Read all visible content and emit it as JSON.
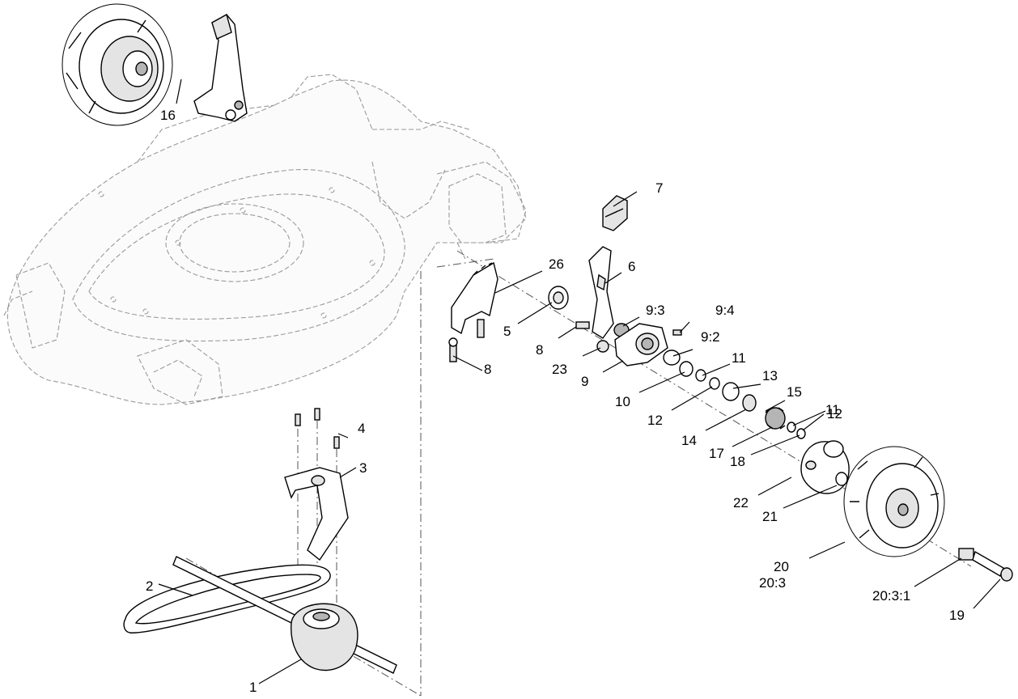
{
  "callouts": [
    {
      "id": "c1",
      "text": "1"
    },
    {
      "id": "c2",
      "text": "2"
    },
    {
      "id": "c3",
      "text": "3"
    },
    {
      "id": "c4",
      "text": "4"
    },
    {
      "id": "c5",
      "text": "5"
    },
    {
      "id": "c6",
      "text": "6"
    },
    {
      "id": "c7",
      "text": "7"
    },
    {
      "id": "c8a",
      "text": "8"
    },
    {
      "id": "c8b",
      "text": "8"
    },
    {
      "id": "c9",
      "text": "9"
    },
    {
      "id": "c9_2",
      "text": "9:2"
    },
    {
      "id": "c9_3",
      "text": "9:3"
    },
    {
      "id": "c9_4",
      "text": "9:4"
    },
    {
      "id": "c10",
      "text": "10"
    },
    {
      "id": "c11a",
      "text": "11"
    },
    {
      "id": "c11b",
      "text": "11"
    },
    {
      "id": "c12a",
      "text": "12"
    },
    {
      "id": "c12b",
      "text": "12"
    },
    {
      "id": "c13",
      "text": "13"
    },
    {
      "id": "c14",
      "text": "14"
    },
    {
      "id": "c15",
      "text": "15"
    },
    {
      "id": "c16",
      "text": "16"
    },
    {
      "id": "c17",
      "text": "17"
    },
    {
      "id": "c18",
      "text": "18"
    },
    {
      "id": "c19",
      "text": "19"
    },
    {
      "id": "c20",
      "text": "20"
    },
    {
      "id": "c20_3",
      "text": "20:3"
    },
    {
      "id": "c20_3_1",
      "text": "20:3:1"
    },
    {
      "id": "c21",
      "text": "21"
    },
    {
      "id": "c22",
      "text": "22"
    },
    {
      "id": "c23",
      "text": "23"
    },
    {
      "id": "c26",
      "text": "26"
    }
  ]
}
